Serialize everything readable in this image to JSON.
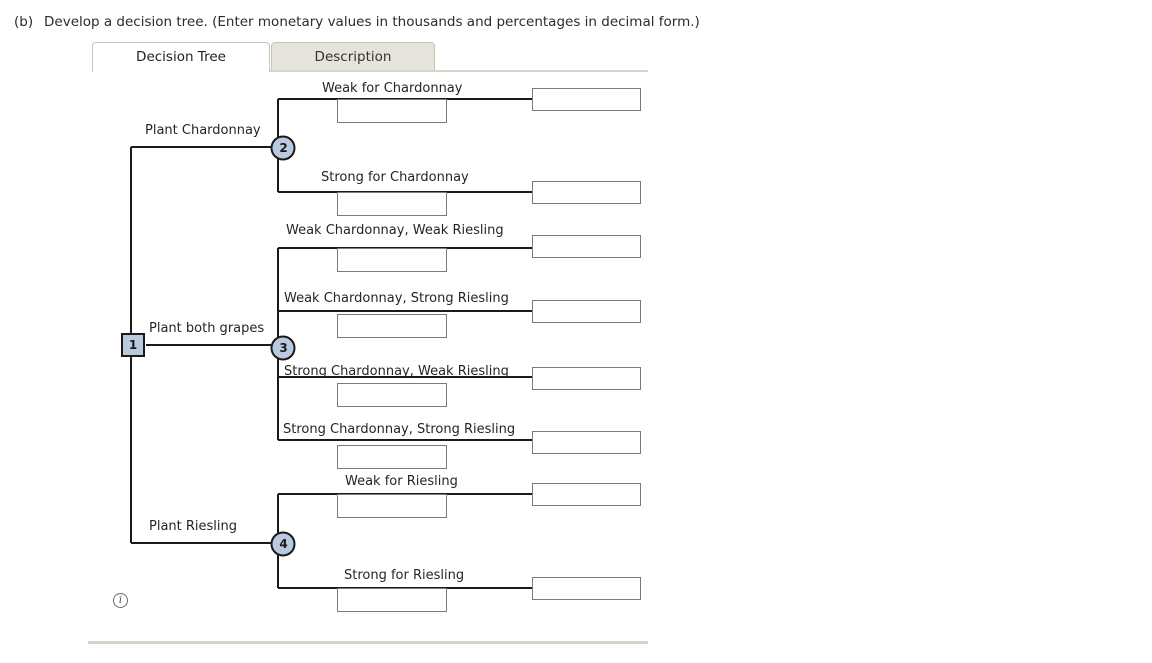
{
  "question": {
    "label": "(b)",
    "text": "Develop a decision tree. (Enter monetary values in thousands and percentages in decimal form.)"
  },
  "tabs": [
    {
      "id": "decision-tree",
      "label": "Decision Tree",
      "active": true
    },
    {
      "id": "description",
      "label": "Description",
      "active": false
    }
  ],
  "colors": {
    "node_fill": "#b9c9e0",
    "node_stroke": "#1a1a1a",
    "branch_line": "#1a1a1a",
    "tab_active_bg": "#ffffff",
    "tab_inactive_bg": "#e6e3da",
    "tab_border": "#c9c5b6",
    "divider": "#d7d4cb",
    "text": "#252525"
  },
  "tree": {
    "nodes": [
      {
        "id": "1",
        "number": "1",
        "type": "decision",
        "shape": "square"
      },
      {
        "id": "2",
        "number": "2",
        "type": "chance",
        "shape": "circle"
      },
      {
        "id": "3",
        "number": "3",
        "type": "chance",
        "shape": "circle"
      },
      {
        "id": "4",
        "number": "4",
        "type": "chance",
        "shape": "circle"
      }
    ],
    "decision_branches": [
      {
        "id": "plant-chardonnay",
        "label": "Plant Chardonnay",
        "to_node": "2"
      },
      {
        "id": "plant-both-grapes",
        "label": "Plant both grapes",
        "to_node": "3"
      },
      {
        "id": "plant-riesling",
        "label": "Plant Riesling",
        "to_node": "4"
      }
    ],
    "outcome_branches": [
      {
        "id": "weak-chardonnay",
        "label": "Weak for Chardonnay",
        "from_node": "2",
        "probability": "",
        "payoff": ""
      },
      {
        "id": "strong-chardonnay",
        "label": "Strong for Chardonnay",
        "from_node": "2",
        "probability": "",
        "payoff": ""
      },
      {
        "id": "weak-chard-weak-ries",
        "label": "Weak Chardonnay, Weak Riesling",
        "from_node": "3",
        "probability": "",
        "payoff": ""
      },
      {
        "id": "weak-chard-strong-ries",
        "label": "Weak Chardonnay, Strong Riesling",
        "from_node": "3",
        "probability": "",
        "payoff": ""
      },
      {
        "id": "strong-chard-weak-ries",
        "label": "Strong Chardonnay, Weak Riesling",
        "from_node": "3",
        "probability": "",
        "payoff": ""
      },
      {
        "id": "strong-chard-strong-ries",
        "label": "Strong Chardonnay, Strong Riesling",
        "from_node": "3",
        "probability": "",
        "payoff": ""
      },
      {
        "id": "weak-riesling",
        "label": "Weak for Riesling",
        "from_node": "4",
        "probability": "",
        "payoff": ""
      },
      {
        "id": "strong-riesling",
        "label": "Strong for Riesling",
        "from_node": "4",
        "probability": "",
        "payoff": ""
      }
    ]
  },
  "info": {
    "icon": "info-icon",
    "glyph": "i"
  }
}
